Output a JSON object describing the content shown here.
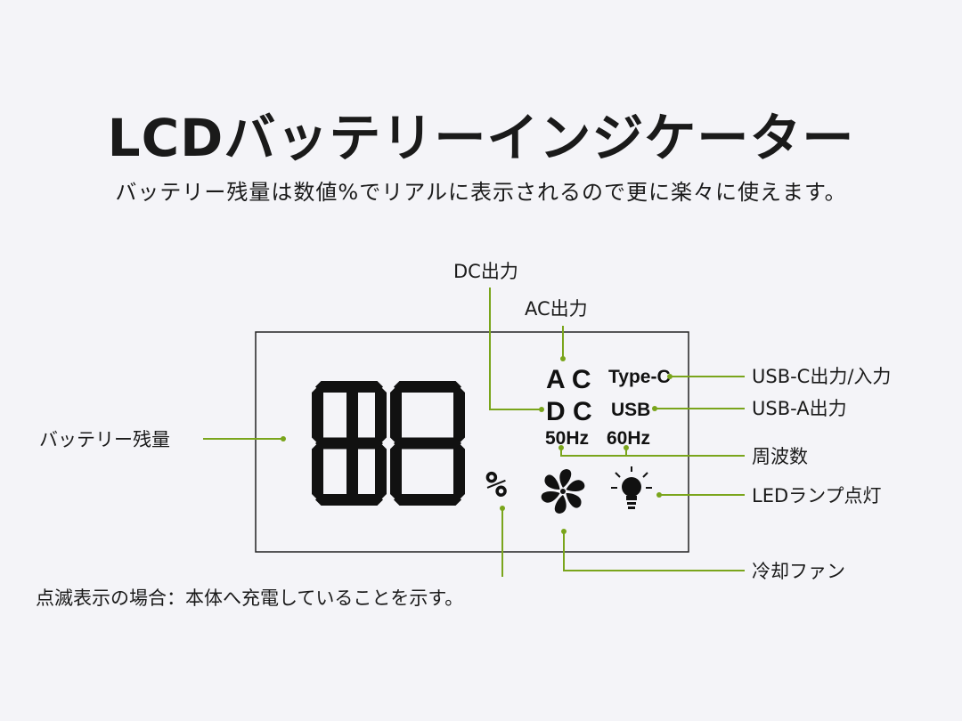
{
  "header": {
    "title": "LCDバッテリーインジケーター",
    "subtitle": "バッテリー残量は数値%でリアルに表示されるので更に楽々に使えます。"
  },
  "lcd": {
    "digits": "188",
    "percent": "%",
    "ac": "A C",
    "dc": "D C",
    "hz50": "50Hz",
    "hz60": "60Hz",
    "typec": "Type-C",
    "usb": "USB"
  },
  "callouts": {
    "dc_output": "DC出力",
    "ac_output": "AC出力",
    "usbc": "USB-C出力/入力",
    "usba": "USB-A出力",
    "frequency": "周波数",
    "led": "LEDランプ点灯",
    "fan": "冷却ファン",
    "battery": "バッテリー残量",
    "blink_note": "点滅表示の場合：本体へ充電していることを示す。"
  },
  "colors": {
    "leader": "#7aa51c",
    "background": "#f4f4f8"
  }
}
